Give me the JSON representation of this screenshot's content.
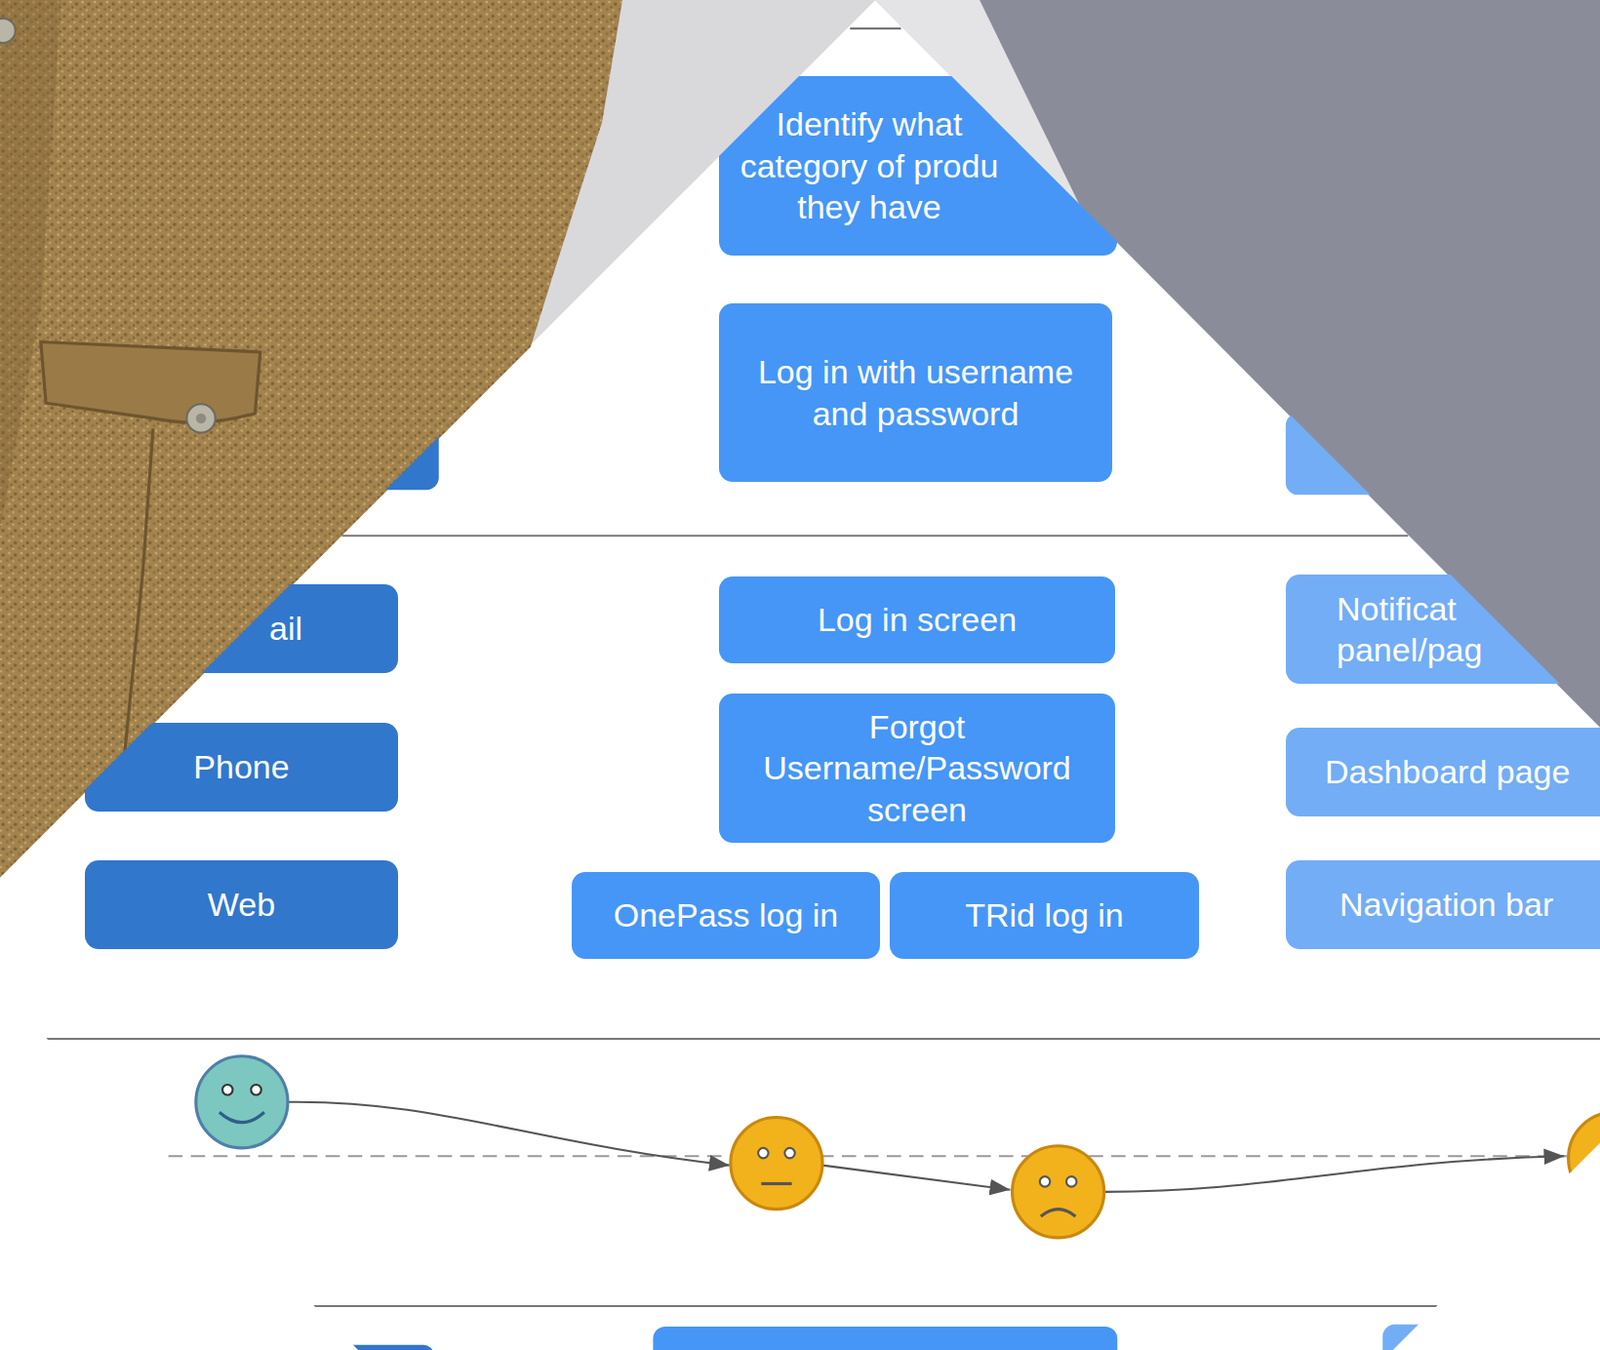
{
  "diagram": {
    "nodes": [
      {
        "text": [
          "Identify what category of produ they have"
        ]
      },
      {
        "text": [
          "Log in with username and password"
        ]
      },
      {
        "text": [
          "ail"
        ]
      },
      {
        "text": [
          "Log in screen"
        ]
      },
      {
        "text": [
          "Notificat panel/pag"
        ]
      },
      {
        "text": [
          "Phone"
        ]
      },
      {
        "text": [
          "Forgot Username/Password screen"
        ]
      },
      {
        "text": [
          "Dashboard page"
        ]
      },
      {
        "text": [
          "Web"
        ]
      },
      {
        "text": [
          "OnePass log in"
        ]
      },
      {
        "text": [
          "TRid log in"
        ]
      },
      {
        "text": [
          "Navigation bar"
        ]
      }
    ]
  }
}
